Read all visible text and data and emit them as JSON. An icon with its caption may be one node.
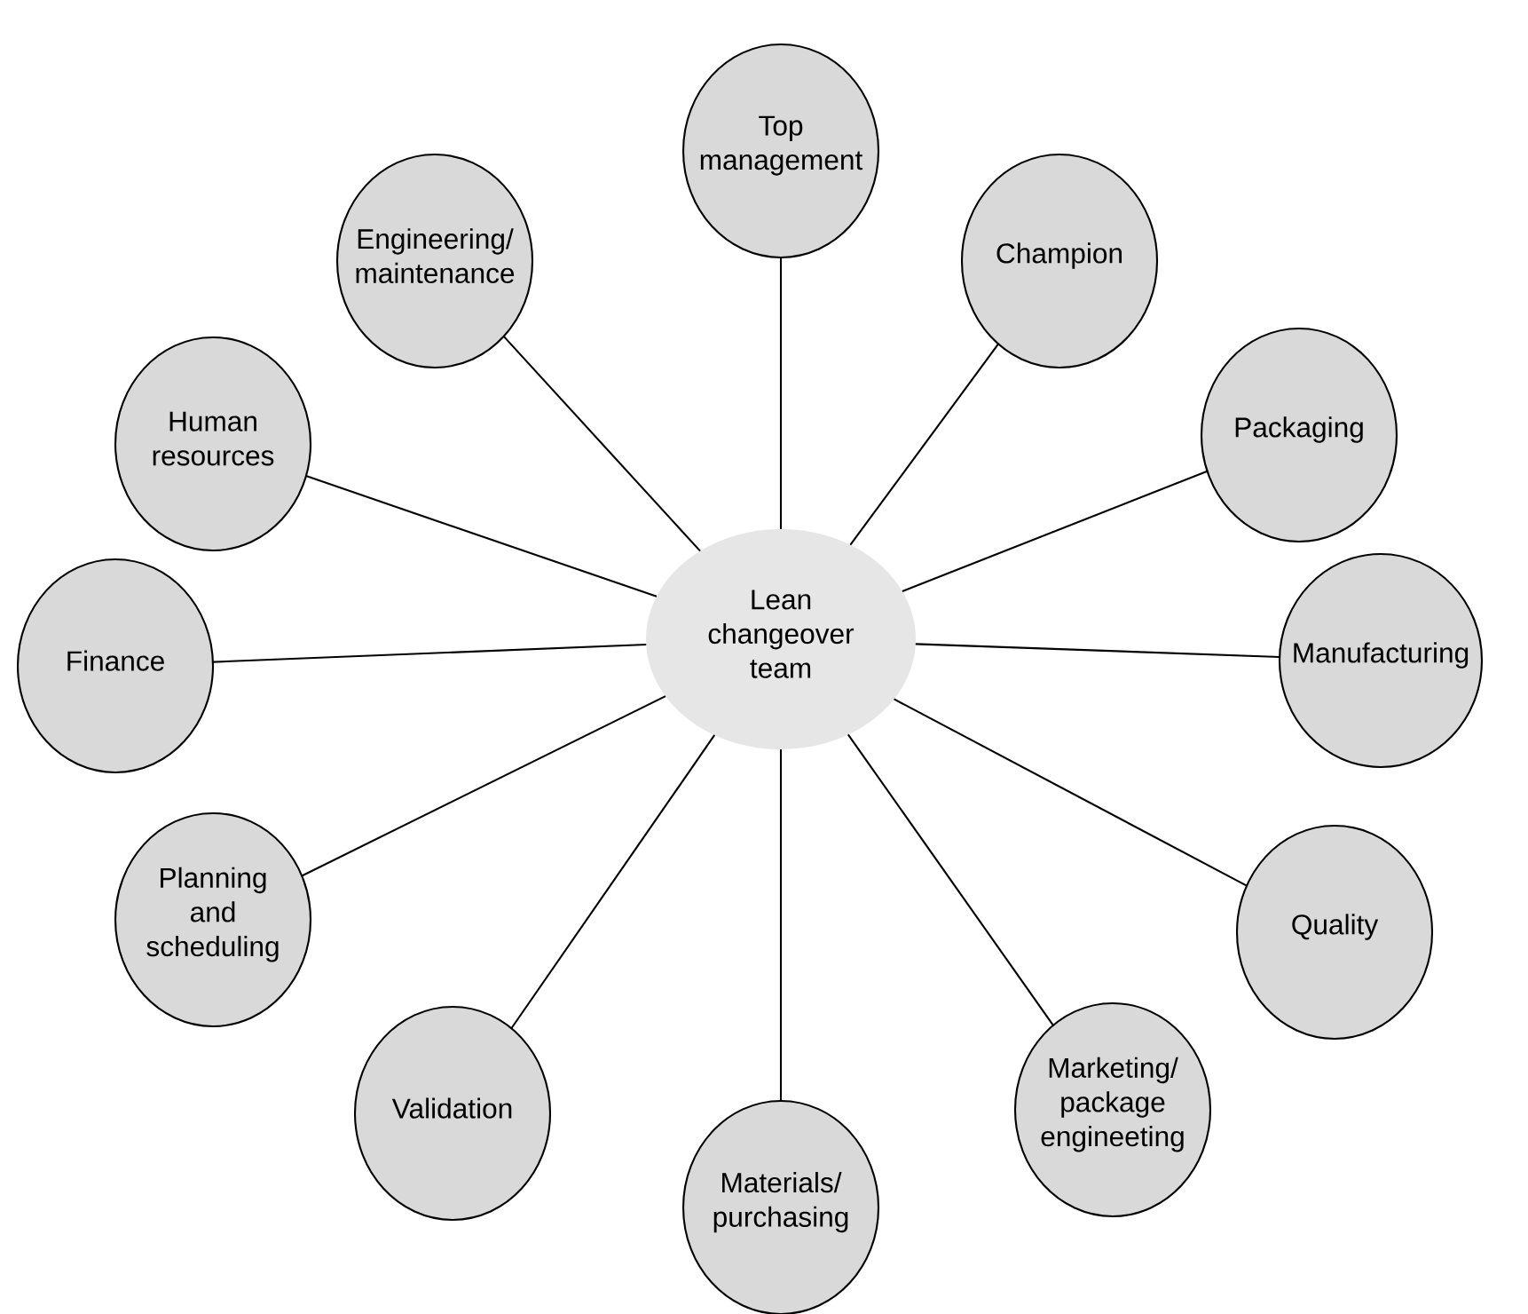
{
  "diagram": {
    "nodes": [
      {
        "text": [
          "Lean changeover team"
        ]
      },
      {
        "text": [
          "Top management"
        ]
      },
      {
        "text": [
          "Champion"
        ]
      },
      {
        "text": [
          "Packaging"
        ]
      },
      {
        "text": [
          "Manufacturing"
        ]
      },
      {
        "text": [
          "Quality"
        ]
      },
      {
        "text": [
          "Marketing/ package engineeting"
        ]
      },
      {
        "text": [
          "Materials/ purchasing"
        ]
      },
      {
        "text": [
          "Validation"
        ]
      },
      {
        "text": [
          "Planning and scheduling"
        ]
      },
      {
        "text": [
          "Finance"
        ]
      },
      {
        "text": [
          "Human resources"
        ]
      },
      {
        "text": [
          "Engineering/ maintenance"
        ]
      }
    ],
    "edges": [
      {
        "from": 0,
        "to": 1,
        "arrow": "none"
      },
      {
        "from": 0,
        "to": 2,
        "arrow": "none"
      },
      {
        "from": 0,
        "to": 3,
        "arrow": "none"
      },
      {
        "from": 0,
        "to": 4,
        "arrow": "none"
      },
      {
        "from": 0,
        "to": 5,
        "arrow": "none"
      },
      {
        "from": 0,
        "to": 6,
        "arrow": "none"
      },
      {
        "from": 0,
        "to": 7,
        "arrow": "none"
      },
      {
        "from": 0,
        "to": 8,
        "arrow": "none"
      },
      {
        "from": 0,
        "to": 9,
        "arrow": "none"
      },
      {
        "from": 0,
        "to": 10,
        "arrow": "none"
      },
      {
        "from": 0,
        "to": 11,
        "arrow": "none"
      },
      {
        "from": 0,
        "to": 12,
        "arrow": "none"
      }
    ]
  }
}
